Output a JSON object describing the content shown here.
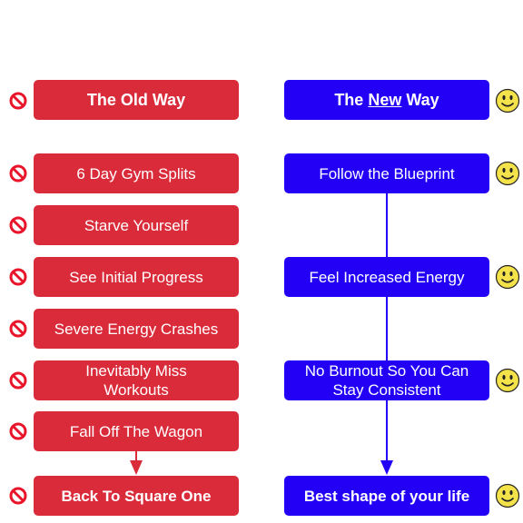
{
  "colors": {
    "old_way": "#d92b3a",
    "new_way": "#2300f5",
    "smiley_face": "#f4e24b",
    "no_sign": "#e8152b"
  },
  "old_way": {
    "title": "The Old Way",
    "steps": [
      "6 Day Gym Splits",
      "Starve Yourself",
      "See Initial Progress",
      "Severe Energy Crashes",
      "Inevitably Miss Workouts",
      "Fall Off The Wagon"
    ],
    "result": "Back To Square One",
    "icon": "no-sign-icon"
  },
  "new_way": {
    "title_prefix": "The ",
    "title_underlined": "New",
    "title_suffix": " Way",
    "steps": [
      "Follow the Blueprint",
      "Feel Increased Energy",
      "No Burnout So You Can Stay Consistent"
    ],
    "result": "Best shape of your life",
    "icon": "smiley-icon"
  }
}
